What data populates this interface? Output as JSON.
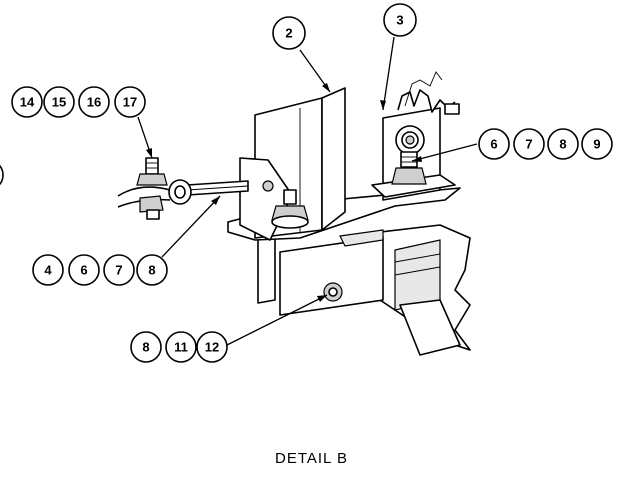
{
  "detail_caption": "DETAIL B",
  "callouts": {
    "item_2": "2",
    "item_3": "3",
    "group_14_17": [
      "14",
      "15",
      "16",
      "17"
    ],
    "group_6_9": [
      "6",
      "7",
      "8",
      "9"
    ],
    "group_4_8": [
      "4",
      "6",
      "7",
      "8"
    ],
    "group_8_12": [
      "8",
      "11",
      "12"
    ]
  }
}
